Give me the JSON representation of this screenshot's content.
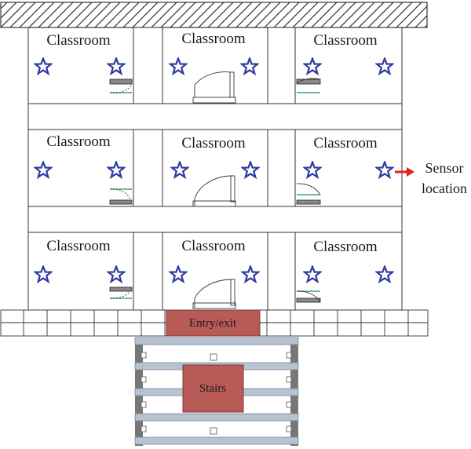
{
  "rooms": [
    {
      "label": "Classroom"
    },
    {
      "label": "Classroom"
    },
    {
      "label": "Classroom"
    },
    {
      "label": "Classroom"
    },
    {
      "label": "Classroom"
    },
    {
      "label": "Classroom"
    },
    {
      "label": "Classroom"
    },
    {
      "label": "Classroom"
    },
    {
      "label": "Classroom"
    }
  ],
  "entry_label": "Entry/exit",
  "stairs_label": "Stairs",
  "sensor_legend": {
    "line1": "Sensor",
    "line2": "location"
  },
  "colors": {
    "star": "#2e3a9f",
    "arrow": "#e02020",
    "block": "#b85a56",
    "wall": "#333333",
    "stair_step": "#b7c3d0",
    "stair_rail": "#7a7a7a",
    "door_plate": "#3aa860"
  },
  "icons": {
    "sensor": "star-icon",
    "pointer": "right-arrow-icon"
  }
}
